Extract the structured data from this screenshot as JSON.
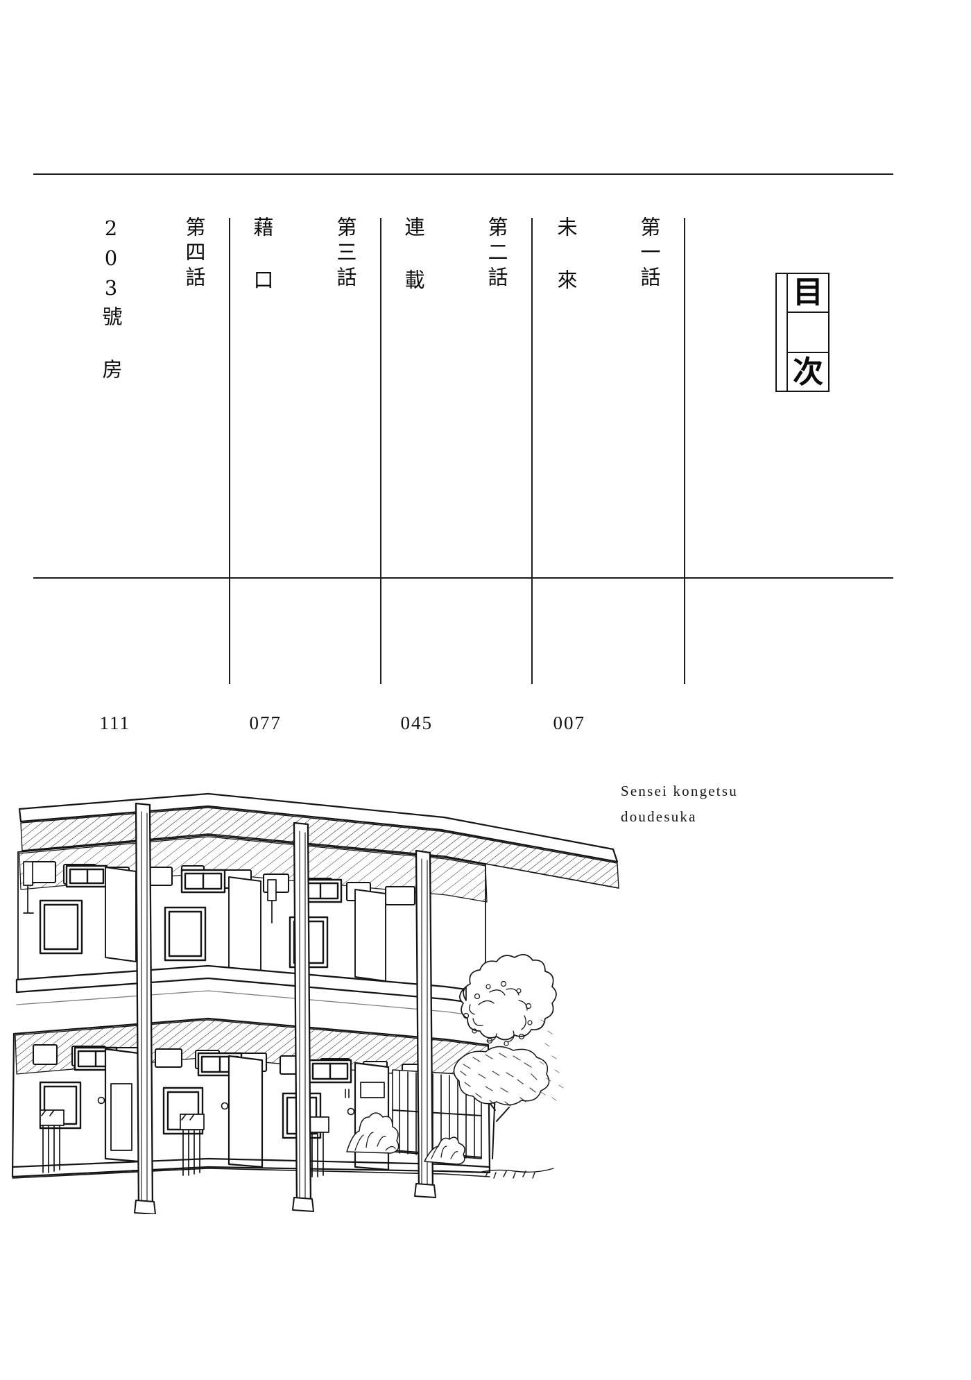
{
  "page": {
    "kind": "table-of-contents",
    "masthead": {
      "char_top": "目",
      "char_bottom": "次"
    },
    "rules": {
      "top_label": "top-rule",
      "bottom_label": "bottom-rule"
    }
  },
  "toc": {
    "entries": [
      {
        "label": "第一話",
        "title": "未　來",
        "page": "007"
      },
      {
        "label": "第二話",
        "title": "連　載",
        "page": "045"
      },
      {
        "label": "第三話",
        "title": "藉　口",
        "page": "077"
      },
      {
        "label": "第四話",
        "title": "203號　房",
        "page": "111"
      }
    ]
  },
  "caption": {
    "line1": "Sensei kongetsu",
    "line2": "doudesuka"
  },
  "illustration": {
    "name": "two-story-apartment-building-with-tree",
    "medium": "pen-and-ink line drawing"
  },
  "colors": {
    "ink": "#111111",
    "paper": "#ffffff",
    "rule": "#1b1b1b"
  }
}
